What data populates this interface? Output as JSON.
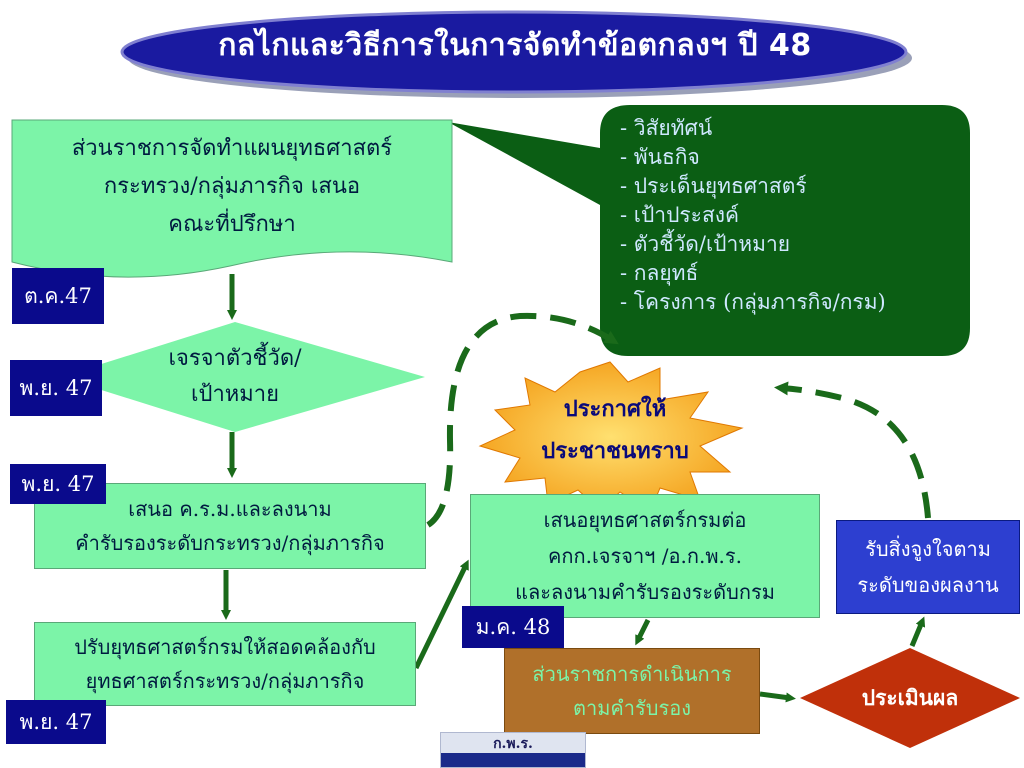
{
  "title": "กลไกและวิธีการในการจัดทำข้อตกลงฯ ปี 48",
  "box1": {
    "lines": [
      "ส่วนราชการจัดทำแผนยุทธศาสตร์",
      "กระทรวง/กลุ่มภารกิจ เสนอ",
      "คณะที่ปรึกษา"
    ],
    "date": "ต.ค.47"
  },
  "diamond1": {
    "lines": [
      "เจรจาตัวชี้วัด/",
      "เป้าหมาย"
    ],
    "date": "พ.ย. 47"
  },
  "box2": {
    "lines": [
      "เสนอ ค.ร.ม.และลงนาม",
      "คำรับรองระดับกระทรวง/กลุ่มภารกิจ"
    ],
    "date": "พ.ย. 47"
  },
  "box3": {
    "lines": [
      "ปรับยุทธศาสตร์กรมให้สอดคล้องกับ",
      "ยุทธศาสตร์กระทรวง/กลุ่มภารกิจ"
    ],
    "date": "พ.ย. 47"
  },
  "bubble": {
    "items": [
      "- วิสัยทัศน์",
      "- พันธกิจ",
      "- ประเด็นยุทธศาสตร์",
      "- เป้าประสงค์",
      "- ตัวชี้วัด/เป้าหมาย",
      "- กลยุทธ์",
      "- โครงการ (กลุ่มภารกิจ/กรม)"
    ]
  },
  "star": {
    "lines": [
      "ประกาศให้",
      "ประชาชนทราบ"
    ]
  },
  "box4": {
    "lines": [
      "เสนอยุทธศาสตร์กรมต่อ",
      "คกก.เจรจาฯ /อ.ก.พ.ร.",
      "และลงนามคำรับรองระดับกรม"
    ],
    "date": "ม.ค. 48"
  },
  "box5": {
    "lines": [
      "ส่วนราชการดำเนินการ",
      "ตามคำรับรอง"
    ]
  },
  "diamond2": {
    "label": "ประเมินผล"
  },
  "box6": {
    "lines": [
      "รับสิ่งจูงใจตาม",
      "ระดับของผลงาน"
    ]
  },
  "logo": {
    "text": "ก.พ.ร."
  },
  "colors": {
    "flow_green": "#1a6a1a",
    "box_green": "#7cf4a8",
    "navy": "#0a0a8c",
    "bubble": "#0b5e14",
    "star": "#f5a623",
    "red": "#c0300a",
    "brown": "#b0702a",
    "blue_box": "#2d3fd0"
  }
}
